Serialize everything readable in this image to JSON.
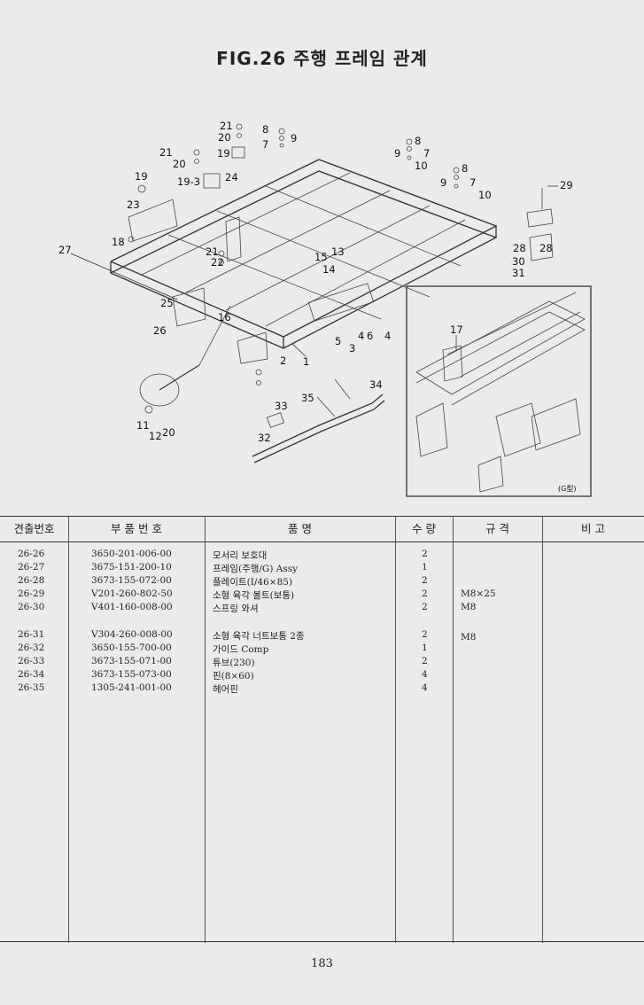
{
  "title": "FIG.26 주행 프레임 관계",
  "inset_label": "(G型)",
  "callouts": [
    "1",
    "2",
    "3",
    "4",
    "4",
    "5",
    "6",
    "7",
    "7",
    "7",
    "8",
    "8",
    "8",
    "9",
    "9",
    "9",
    "10",
    "10",
    "11",
    "12",
    "13",
    "14",
    "15",
    "16",
    "17",
    "18",
    "19",
    "19",
    "19-3",
    "20",
    "20",
    "20",
    "21",
    "21",
    "21",
    "22",
    "23",
    "24",
    "25",
    "26",
    "27",
    "28",
    "28",
    "29",
    "30",
    "31",
    "32",
    "33",
    "34",
    "35"
  ],
  "table": {
    "headers": {
      "item_no": "견출번호",
      "part_no": "부 품 번 호",
      "name": "품 명",
      "qty": "수 량",
      "spec": "규 격",
      "remarks": "비 고"
    },
    "rows": [
      {
        "no": "26-26",
        "part": "3650-201-006-00",
        "name": "모서리 보호대",
        "qty": "2",
        "spec": ""
      },
      {
        "no": "26-27",
        "part": "3675-151-200-10",
        "name": "프레임(주행/G) Assy",
        "qty": "1",
        "spec": ""
      },
      {
        "no": "26-28",
        "part": "3673-155-072-00",
        "name": "플레이트(I/46×85)",
        "qty": "2",
        "spec": ""
      },
      {
        "no": "26-29",
        "part": "V201-260-802-50",
        "name": "소형 육각 볼트(보통)",
        "qty": "2",
        "spec": "M8×25"
      },
      {
        "no": "26-30",
        "part": "V401-160-008-00",
        "name": "스프링 와셔",
        "qty": "2",
        "spec": "M8"
      },
      {
        "no": "26-31",
        "part": "V304-260-008-00",
        "name": "소형 육각 너트보통 2종",
        "qty": "2",
        "spec": "M8"
      },
      {
        "no": "26-32",
        "part": "3650-155-700-00",
        "name": "가이드 Comp",
        "qty": "1",
        "spec": ""
      },
      {
        "no": "26-33",
        "part": "3673-155-071-00",
        "name": "튜브(230)",
        "qty": "2",
        "spec": ""
      },
      {
        "no": "26-34",
        "part": "3673-155-073-00",
        "name": "핀(8×60)",
        "qty": "4",
        "spec": ""
      },
      {
        "no": "26-35",
        "part": "1305-241-001-00",
        "name": "헤어핀",
        "qty": "4",
        "spec": ""
      }
    ]
  },
  "page_number": "183"
}
